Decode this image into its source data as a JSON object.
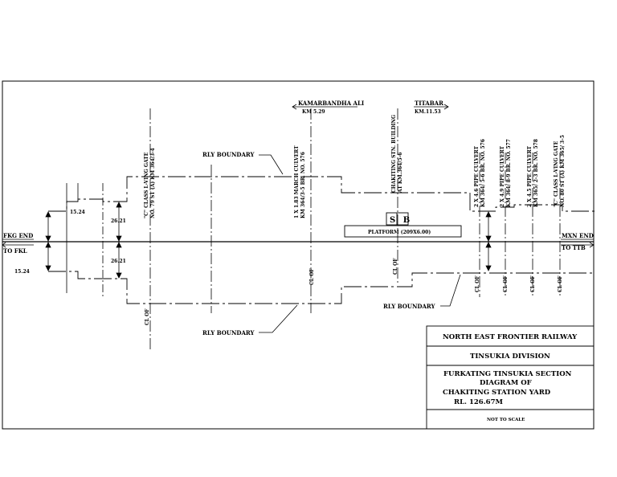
{
  "directions": {
    "left_top": "FKG END",
    "left_bottom": "TO FKL",
    "right_top": "MXN END",
    "right_bottom": "TO TTB",
    "kamarbandha": "KAMARBANDHA ALI",
    "kamarbandha_km": "KM 5.29",
    "titabar": "TITABAR",
    "titabar_km": "KM.11.53"
  },
  "dimensions": {
    "d_top_outer": "15.24",
    "d_bottom_outer": "15.24",
    "d_top_inner": "26.21",
    "d_bottom_inner": "26.21"
  },
  "vertical_labels": {
    "lc_gate_left": "\"C\" CLASS L-VING GATE",
    "lc_gate_left_2": "NO. 79 ST (A) KM 364/3-4",
    "culvert_left": "1 X 1.83 MARCH CULVERT",
    "culvert_left_2": "KM 364/3-5 BR. NO. 576",
    "station_bldg": "CHAKITING STN. BUILDING",
    "station_bldg_2": "AT KM.364/5-6",
    "pipe1": "2 X 4.6 PIPE CULVERT",
    "pipe1_2": "KM 364/ 5-6 BR. NO. 576",
    "pipe2": "2 X 4.9 PIPE CULVERT",
    "pipe2_2": "KM 364/ 8-9 BR. NO. 577",
    "pipe3": "2 X 4.5 PIPE CULVERT",
    "pipe3_2": "KM 365/ 2-3 BR. NO. 578",
    "lc_gate_right": "\"C\" CLASS L-VING GATE",
    "lc_gate_right_2": "NO. 80 ST (A) KM 365/ 3-5"
  },
  "cl_of": "CL OF",
  "rly_boundary": "RLY BOUNDARY",
  "sb_box": "S B",
  "platform": "PLATFORM (209X6.00)",
  "title_block": {
    "line1": "NORTH EAST FRONTIER RAILWAY",
    "line2": "TINSUKIA DIVISION",
    "line3a": "FURKATING TINSUKIA SECTION",
    "line3b": "DIAGRAM OF",
    "line3c": "CHAKITING  STATION YARD",
    "line3d": "RL. 126.67M",
    "line4": "NOT TO SCALE"
  }
}
